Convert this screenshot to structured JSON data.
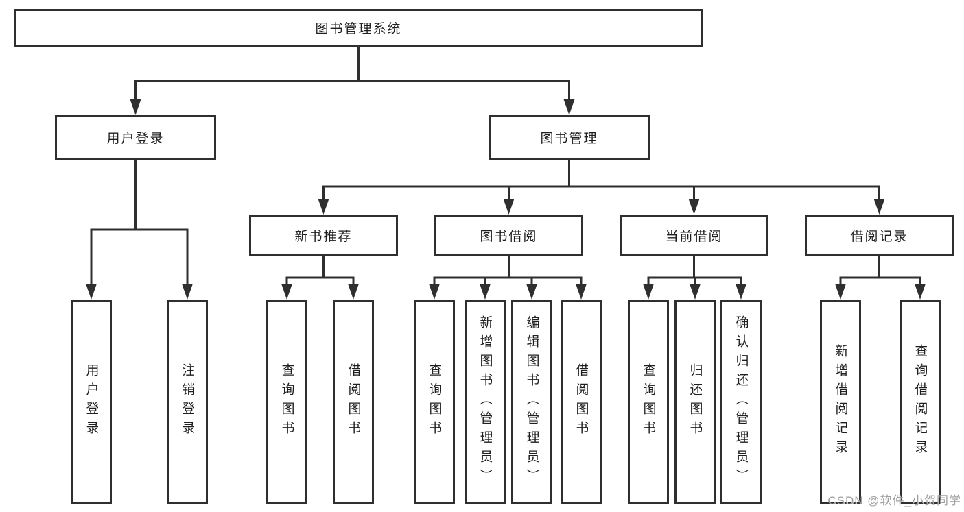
{
  "tree": {
    "label": "图书管理系统",
    "children": [
      {
        "label": "用户登录",
        "children": [
          {
            "label": "用户登录"
          },
          {
            "label": "注销登录"
          }
        ]
      },
      {
        "label": "图书管理",
        "children": [
          {
            "label": "新书推荐",
            "children": [
              {
                "label": "查询图书"
              },
              {
                "label": "借阅图书"
              }
            ]
          },
          {
            "label": "图书借阅",
            "children": [
              {
                "label": "查询图书"
              },
              {
                "label": "新增图书（管理员）"
              },
              {
                "label": "编辑图书（管理员）"
              },
              {
                "label": "借阅图书"
              }
            ]
          },
          {
            "label": "当前借阅",
            "children": [
              {
                "label": "查询图书"
              },
              {
                "label": "归还图书"
              },
              {
                "label": "确认归还（管理员）"
              }
            ]
          },
          {
            "label": "借阅记录",
            "children": [
              {
                "label": "新增借阅记录"
              },
              {
                "label": "查询借阅记录"
              }
            ]
          }
        ]
      }
    ]
  },
  "watermark": {
    "text": "CSDN @软件_小贺同学"
  },
  "colors": {
    "line": "#2f2f2f",
    "box_border": "#2f2f2f",
    "box_fill": "#ffffff",
    "text": "#1f1f1f",
    "watermark": "#9e9e9e",
    "background": "#ffffff"
  }
}
